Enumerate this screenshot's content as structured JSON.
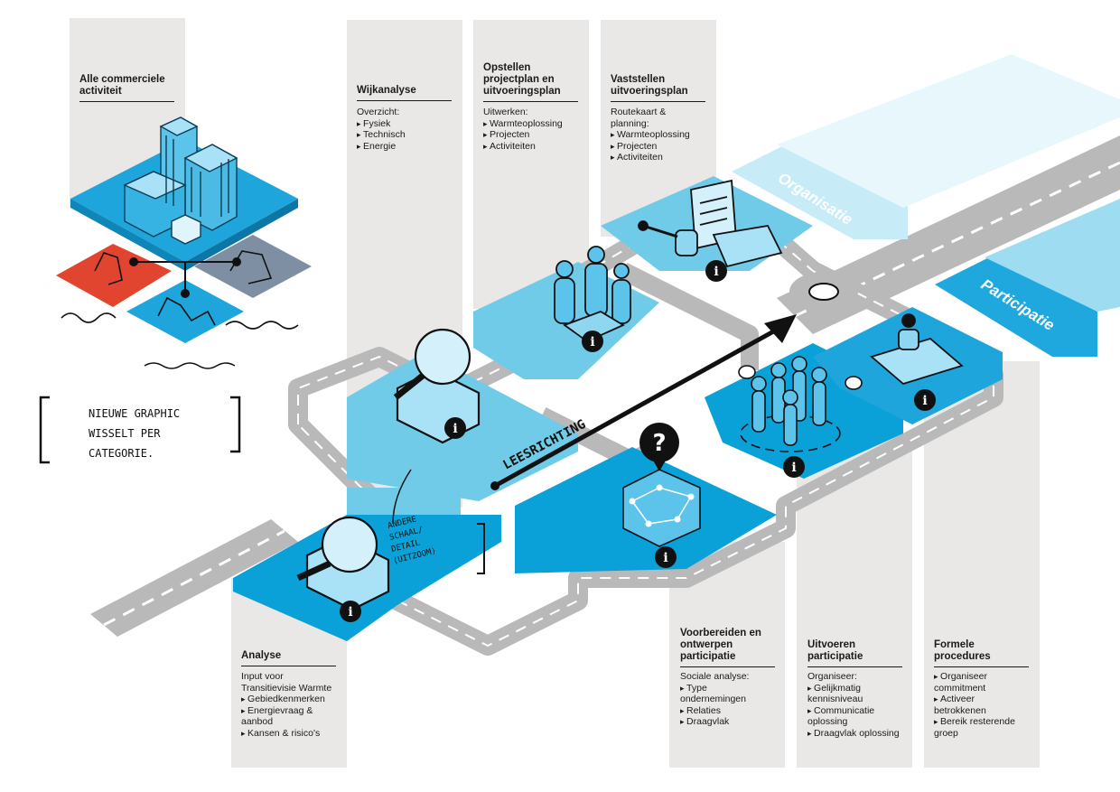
{
  "columns": [
    {
      "id": "commercial",
      "title": "Alle commerciele activiteit",
      "body": []
    },
    {
      "id": "wijkanalyse",
      "title": "Wijkanalyse",
      "body": [
        {
          "text": "Overzicht:",
          "bullet": false
        },
        {
          "text": "Fysiek",
          "bullet": true
        },
        {
          "text": "Technisch",
          "bullet": true
        },
        {
          "text": "Energie",
          "bullet": true
        }
      ]
    },
    {
      "id": "opstellen",
      "title": "Opstellen projectplan en uitvoeringsplan",
      "body": [
        {
          "text": "Uitwerken:",
          "bullet": false
        },
        {
          "text": "Warmteoplossing",
          "bullet": true
        },
        {
          "text": "Projecten",
          "bullet": true
        },
        {
          "text": "Activiteiten",
          "bullet": true
        }
      ]
    },
    {
      "id": "vaststellen",
      "title": "Vaststellen uitvoeringsplan",
      "body": [
        {
          "text": "Routekaart &",
          "bullet": false
        },
        {
          "text": "planning:",
          "bullet": false
        },
        {
          "text": "Warmteoplossing",
          "bullet": true
        },
        {
          "text": "Projecten",
          "bullet": true
        },
        {
          "text": "Activiteiten",
          "bullet": true
        }
      ]
    },
    {
      "id": "analyse",
      "title": "Analyse",
      "body": [
        {
          "text": "Input voor",
          "bullet": false
        },
        {
          "text": "Transitievisie Warmte",
          "bullet": false
        },
        {
          "text": "Gebiedkenmerken",
          "bullet": true
        },
        {
          "text": "Energievraag &",
          "bullet": true
        },
        {
          "text": "aanbod",
          "bullet": false
        },
        {
          "text": "Kansen & risico's",
          "bullet": true
        }
      ]
    },
    {
      "id": "voorbereiden",
      "title": "Voorbereiden en ontwerpen participatie",
      "body": [
        {
          "text": "Sociale analyse:",
          "bullet": false
        },
        {
          "text": "Type",
          "bullet": true
        },
        {
          "text": "ondernemingen",
          "bullet": false
        },
        {
          "text": "Relaties",
          "bullet": true
        },
        {
          "text": "Draagvlak",
          "bullet": true
        }
      ]
    },
    {
      "id": "uitvoeren",
      "title": "Uitvoeren participatie",
      "body": [
        {
          "text": "Organiseer:",
          "bullet": false
        },
        {
          "text": "Gelijkmatig",
          "bullet": true
        },
        {
          "text": "kennisniveau",
          "bullet": false
        },
        {
          "text": "Communicatie",
          "bullet": true
        },
        {
          "text": "oplossing",
          "bullet": false
        },
        {
          "text": "Draagvlak oplossing",
          "bullet": true
        }
      ]
    },
    {
      "id": "formele",
      "title": "Formele procedures",
      "body": [
        {
          "text": "Organiseer",
          "bullet": true
        },
        {
          "text": "commitment",
          "bullet": false
        },
        {
          "text": "Activeer",
          "bullet": true
        },
        {
          "text": "betrokkenen",
          "bullet": false
        },
        {
          "text": "Bereik resterende",
          "bullet": true
        },
        {
          "text": "groep",
          "bullet": false
        }
      ]
    }
  ],
  "bands": {
    "organisatie": "Organisatie",
    "participatie": "Participatie"
  },
  "info_glyph": "i",
  "question_glyph": "?",
  "handwriting": {
    "note_lines": [
      "NIEUWE GRAPHIC",
      "WISSELT PER",
      "CATEGORIE."
    ],
    "detail_lines": [
      "ANDERE",
      "SCHAAL/",
      "DETAIL",
      "(UITZOOM)"
    ],
    "leesrichting": "LEESRICHTING"
  },
  "icons": [
    "buildings-icon",
    "magnifier-icon",
    "meeting-icon",
    "document-stamp-icon",
    "question-icon",
    "network-icon",
    "people-icon",
    "stamp-icon",
    "info-icon",
    "roundabout-icon"
  ],
  "colors": {
    "light_blue": "#6fcbe8",
    "mid_blue": "#29aee0",
    "strong_blue": "#0aa1d8",
    "road": "#b9b9b9",
    "column_bg": "#e9e8e6",
    "red": "#e2452f",
    "slate": "#7e8fa3"
  }
}
